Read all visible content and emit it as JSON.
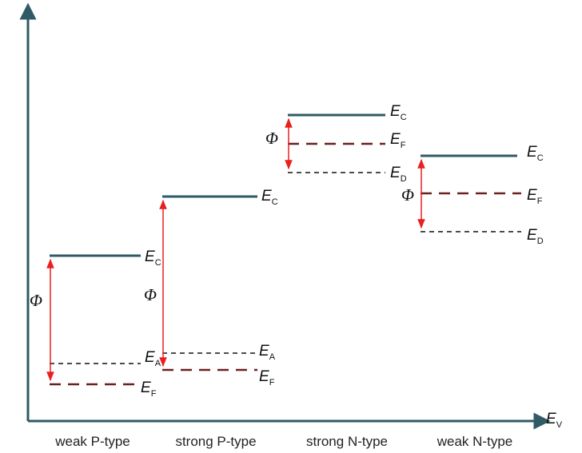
{
  "axis": {
    "x_label": {
      "main": "E",
      "sub": "V"
    },
    "color": "#2f5a66"
  },
  "colors": {
    "conduction": "#2f5a66",
    "fermi": "#6b2020",
    "acceptor_donor": "#111111",
    "phi_arrow": "#e8201f"
  },
  "categories": [
    "weak P-type",
    "strong P-type",
    "strong N-type",
    "weak N-type"
  ],
  "level_labels": {
    "conduction": {
      "main": "E",
      "sub": "C"
    },
    "fermi": {
      "main": "E",
      "sub": "F"
    },
    "acceptor": {
      "main": "E",
      "sub": "A"
    },
    "donor": {
      "main": "E",
      "sub": "D"
    }
  },
  "phi_symbol": "Φ"
}
